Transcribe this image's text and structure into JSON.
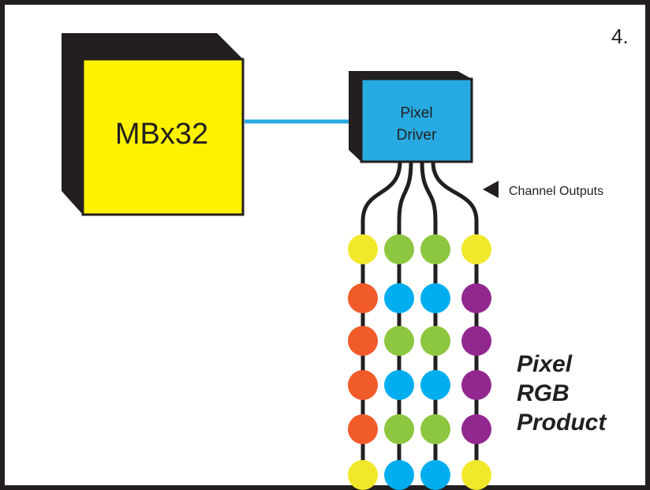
{
  "step_number": "4.",
  "mbx": {
    "label": "MBx32",
    "color": "#fff200"
  },
  "driver": {
    "label_line1": "Pixel",
    "label_line2": "Driver",
    "color": "#27aae1"
  },
  "channel_outputs_label": "Channel Outputs",
  "product_label": {
    "line1": "Pixel",
    "line2": "RGB",
    "line3": "Product"
  },
  "colors": {
    "yellow": "#f2e82b",
    "green": "#8dc63f",
    "blue": "#00aeef",
    "orange": "#f15a29",
    "purple": "#92278f",
    "link": "#27aae1",
    "border": "#231f20"
  },
  "pixel_columns": [
    [
      "yellow",
      "orange",
      "orange",
      "orange",
      "orange",
      "yellow"
    ],
    [
      "green",
      "blue",
      "green",
      "blue",
      "green",
      "blue"
    ],
    [
      "green",
      "blue",
      "green",
      "blue",
      "green",
      "blue"
    ],
    [
      "yellow",
      "purple",
      "purple",
      "purple",
      "purple",
      "yellow"
    ]
  ]
}
